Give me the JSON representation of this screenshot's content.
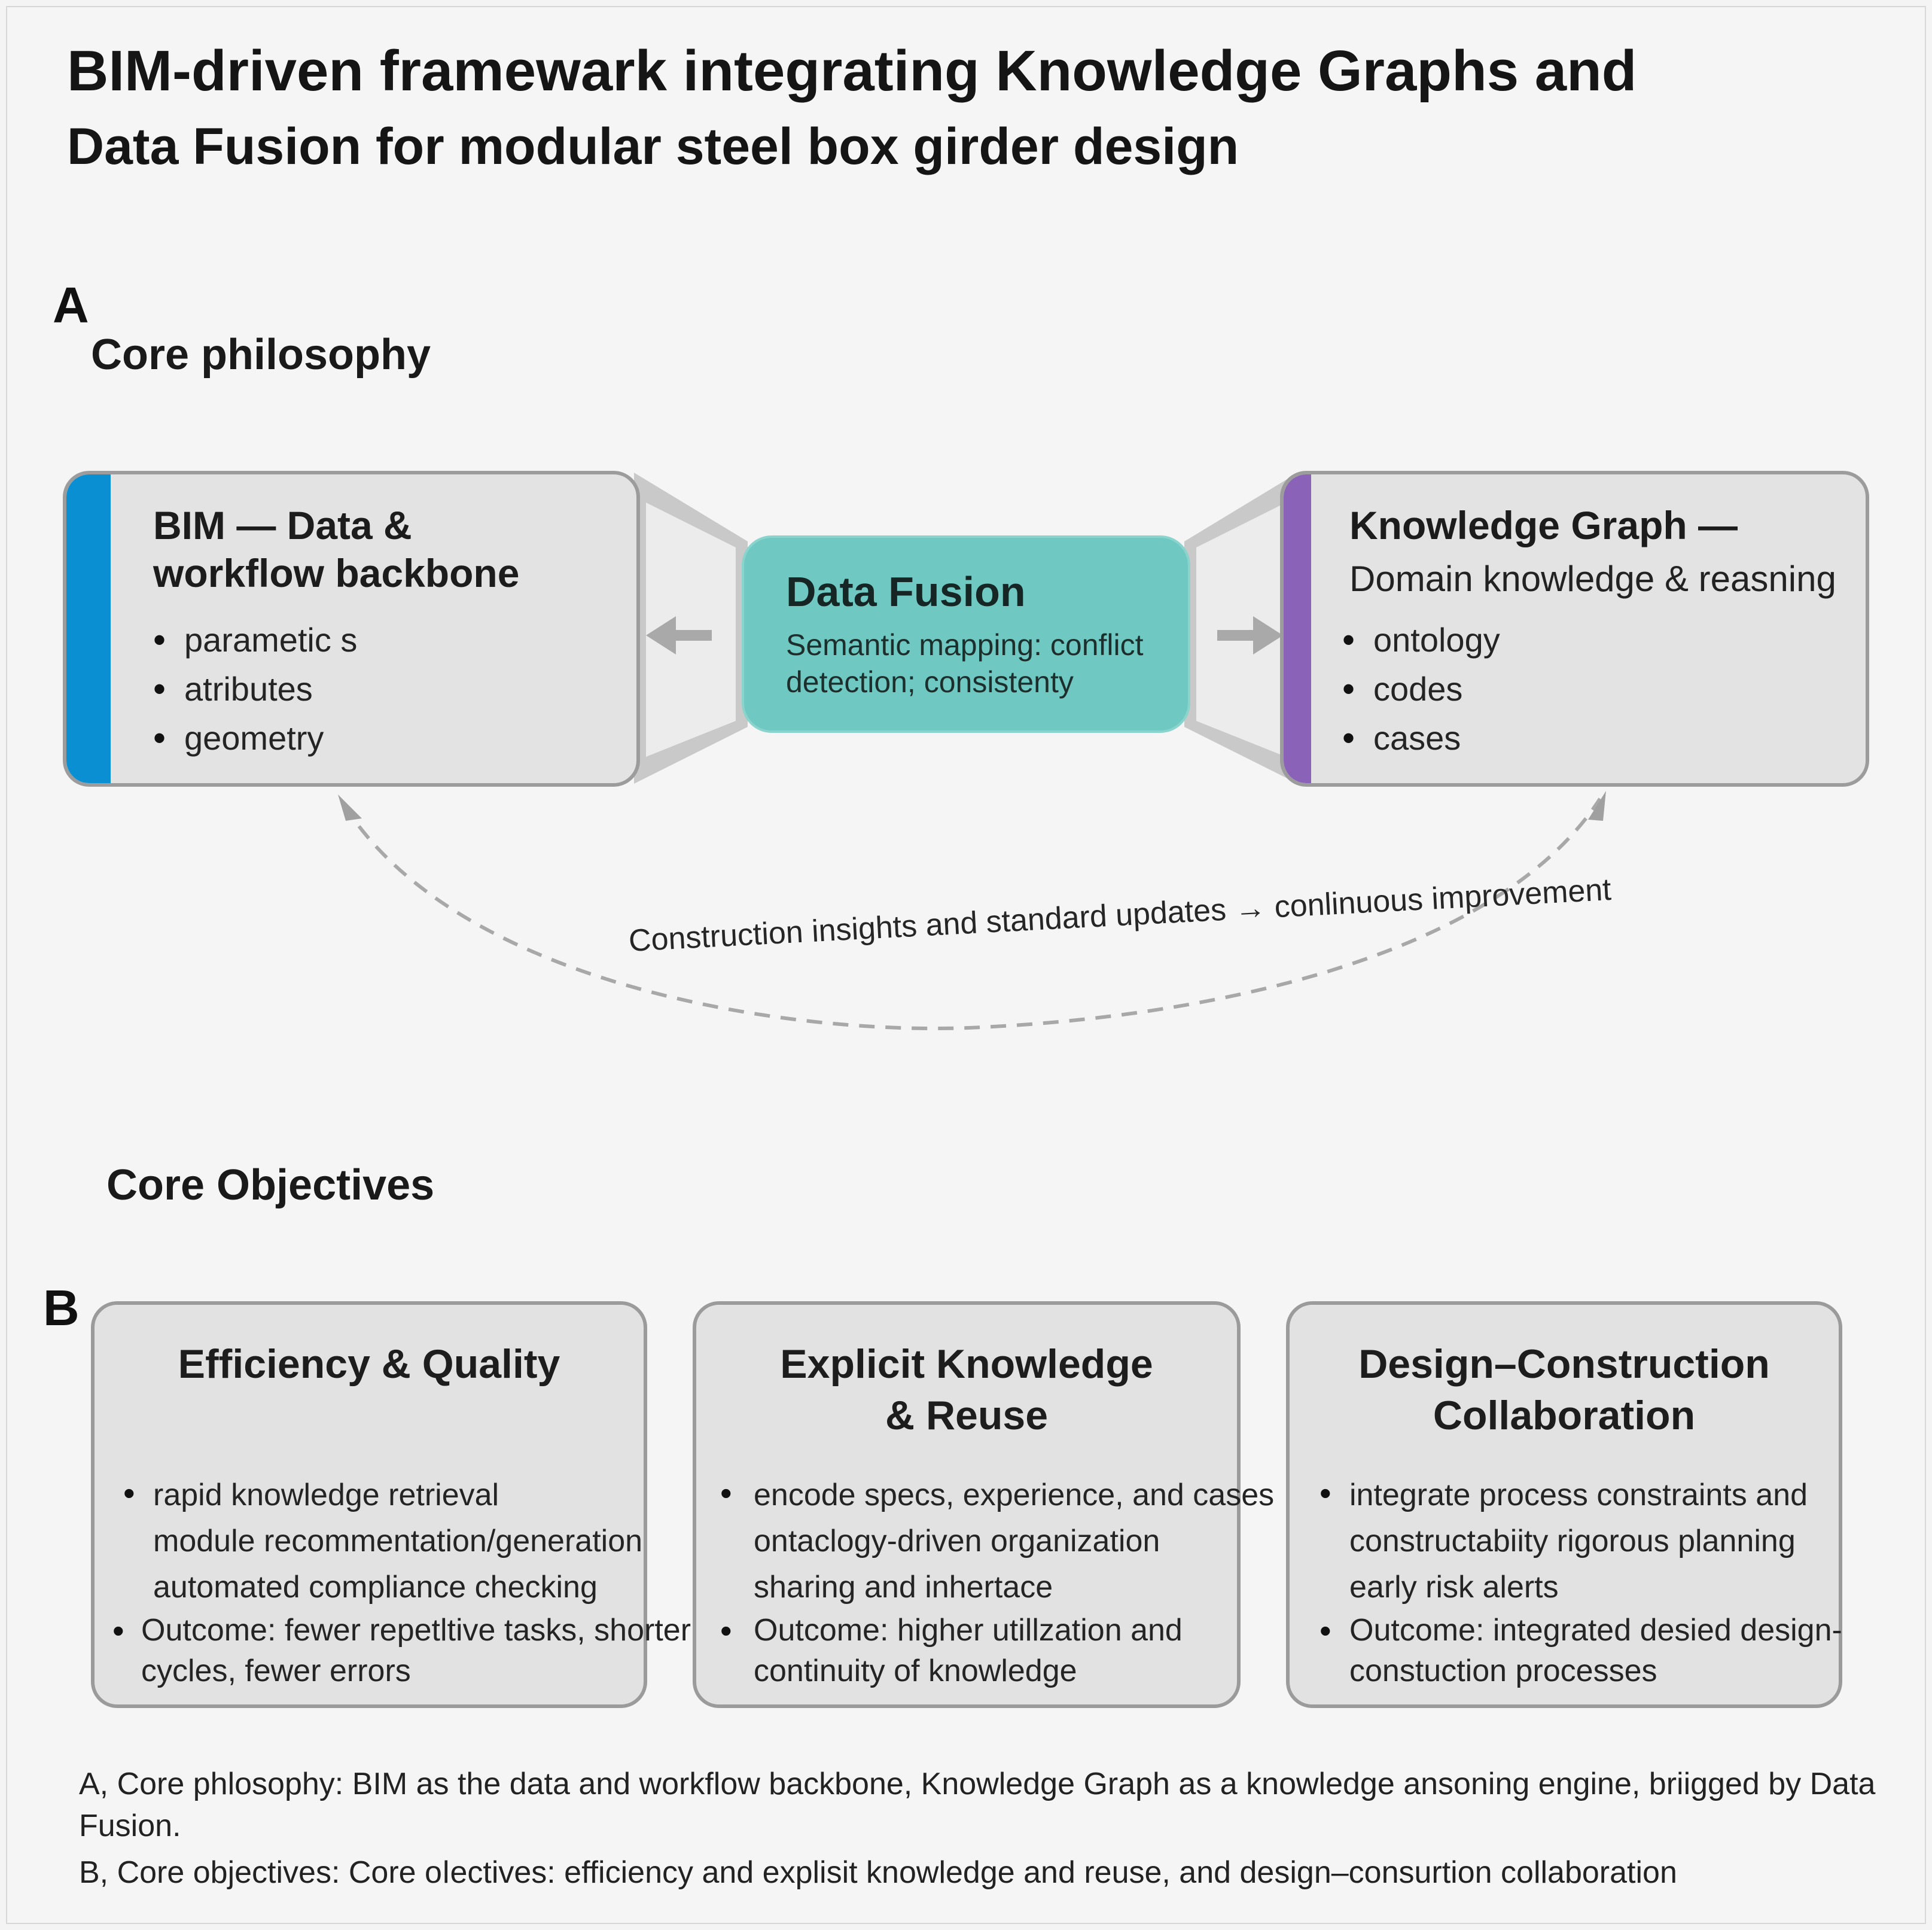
{
  "title": {
    "line1": "BIM-driven framewark integrating Knowledge Graphs and",
    "line2": "Data Fusion for modular steel box girder design"
  },
  "panel_a": {
    "letter": "A",
    "heading": "Core philosophy",
    "bim": {
      "title_line1": "BIM — Data &",
      "title_line2": "workflow backbone",
      "items": [
        "parametic s",
        "atributes",
        "geometry"
      ],
      "stripe_color": "#0a8fd3"
    },
    "fusion": {
      "title": "Data Fusion",
      "line1": "Semantic mapping: conflict",
      "line2": "detection; consistenty",
      "color": "#6fc9c2"
    },
    "kg": {
      "title": "Knowledge Graph —",
      "subtitle": "Domain knowledge & reasning",
      "items": [
        "ontology",
        "codes",
        "cases"
      ],
      "stripe_color": "#8a63b8"
    },
    "feedback_label": "Construction insights and standard updates → conlinuous improvement"
  },
  "panel_b": {
    "letter": "B",
    "heading": "Core Objectives",
    "cards": [
      {
        "title_lines": [
          "Efficiency & Quality"
        ],
        "items": [
          "rapid knowledge retrieval",
          "module recommentation/generation",
          "automated compliance checking"
        ],
        "outcome_lines": [
          "Outcome: fewer repetltive tasks, shorter",
          "cycles, fewer errors"
        ]
      },
      {
        "title_lines": [
          "Explicit Knowledge",
          "& Reuse"
        ],
        "items": [
          "encode specs, experience, and cases",
          "ontaclogy-driven organization",
          "sharing and inhertace"
        ],
        "outcome_lines": [
          "Outcome: higher utillzation and",
          "continuity of knowledge"
        ]
      },
      {
        "title_lines": [
          "Design–Construction",
          "Collaboration"
        ],
        "items": [
          "integrate process constraints and",
          "constructabiity rigorous planning",
          "early risk alerts"
        ],
        "outcome_lines": [
          "Outcome: integrated desied design-",
          "constuction processes"
        ]
      }
    ]
  },
  "caption": {
    "a_line1": "A, Core phlosophy: BIM as the data and workflow backbone, Knowledge Graph as a knowledge ansoning engine, briigged by Data",
    "a_line2": "Fusion.",
    "b_line": "B, Core objectives: Core oǀectives: efficiency and explisit knowledge and reuse, and design–consurtion collaboration"
  }
}
